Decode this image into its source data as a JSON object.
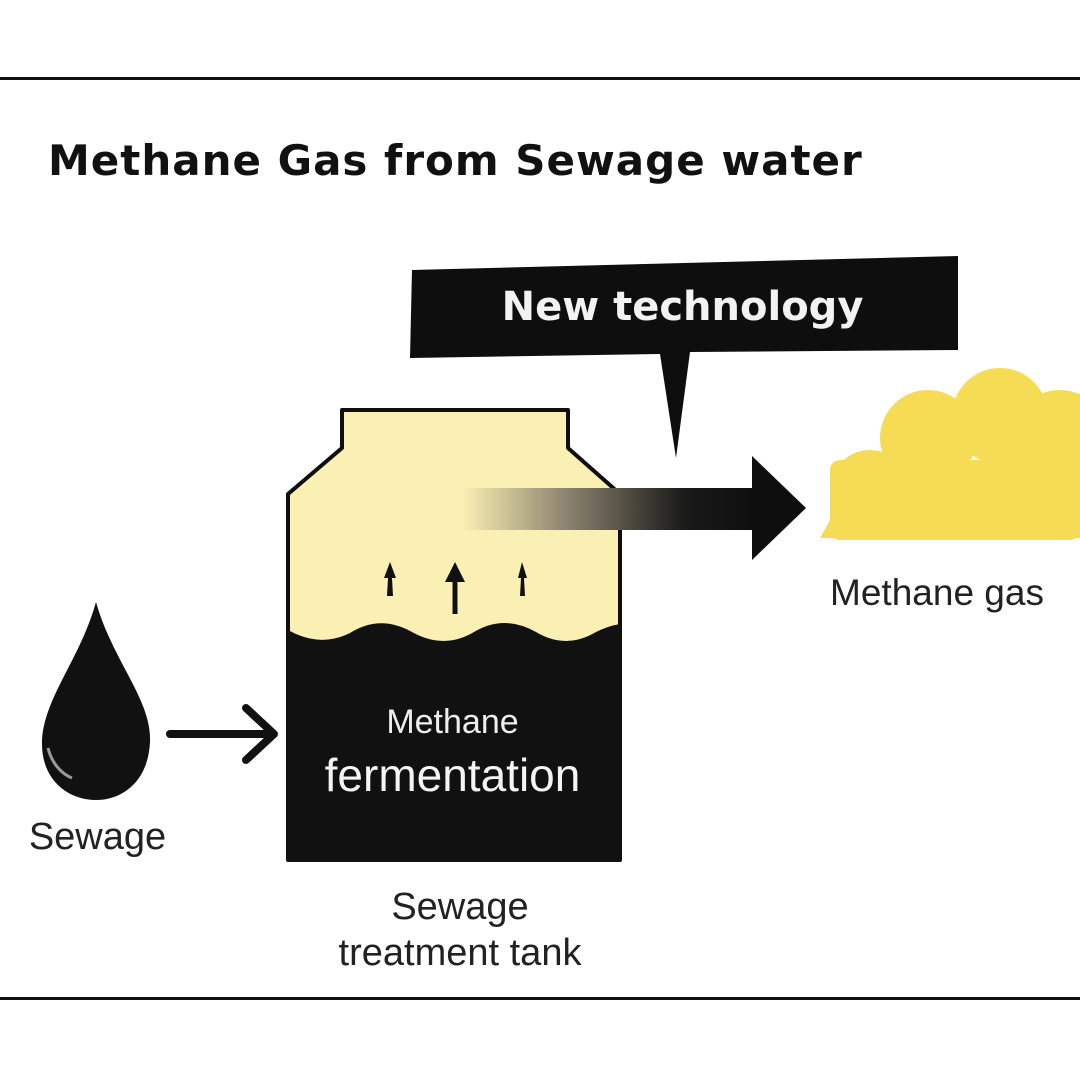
{
  "title": "Methane Gas from Sewage water",
  "callout": {
    "text": "New technology"
  },
  "tank": {
    "label_line1": "Sewage",
    "label_line2": "treatment tank",
    "content_line1": "Methane",
    "content_line2": "fermentation"
  },
  "inputs": {
    "sewage_label": "Sewage"
  },
  "outputs": {
    "gas_label": "Methane gas"
  },
  "icons": {
    "droplet": "sewage-droplet-icon",
    "gas_cloud": "gas-cloud-icon",
    "input_arrow": "arrow-right-icon",
    "output_arrow": "gradient-arrow-icon",
    "bubbles": "rising-bubble-arrows"
  },
  "colors": {
    "tank_gas": "#fbf0b4",
    "sewage_liquid": "#111111",
    "cloud": "#f6dc55",
    "callout_bg": "#0e0e0e"
  }
}
